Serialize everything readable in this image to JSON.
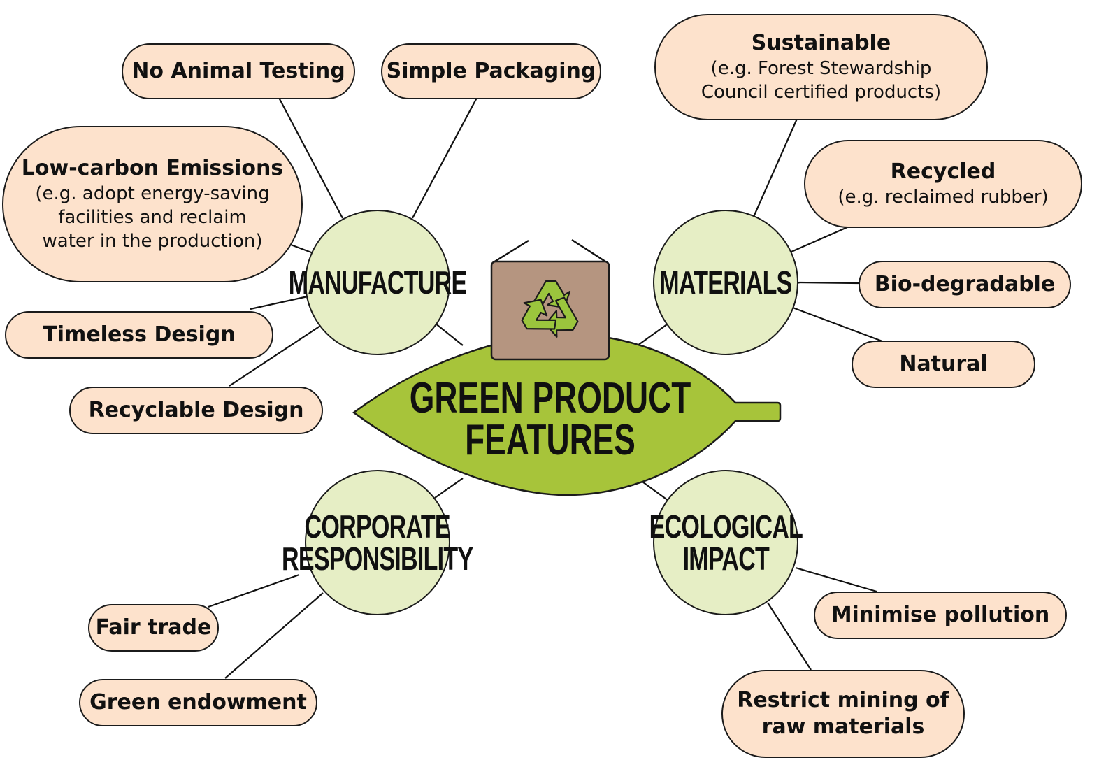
{
  "diagram": {
    "center": {
      "title_lines": [
        "GREEN PRODUCT",
        "FEATURES"
      ],
      "icon": "recycle-icon",
      "colors": {
        "leaf": "#a7c43a",
        "box": "#b59580",
        "recycle": "#9bc53d"
      }
    },
    "categories": {
      "manufacture": {
        "label": "MANUFACTURE",
        "features": {
          "no_animal_testing": {
            "title": "No Animal Testing"
          },
          "simple_packaging": {
            "title": "Simple Packaging"
          },
          "low_carbon": {
            "title": "Low-carbon Emissions",
            "detail": "(e.g. adopt energy-saving\nfacilities and reclaim\nwater in the production)"
          },
          "timeless_design": {
            "title": "Timeless Design"
          },
          "recyclable_design": {
            "title": "Recyclable Design"
          }
        }
      },
      "materials": {
        "label": "MATERIALS",
        "features": {
          "sustainable": {
            "title": "Sustainable",
            "detail": "(e.g. Forest Stewardship\nCouncil certified products)"
          },
          "recycled": {
            "title": "Recycled",
            "detail": "(e.g. reclaimed rubber)"
          },
          "biodegradable": {
            "title": "Bio-degradable"
          },
          "natural": {
            "title": "Natural"
          }
        }
      },
      "corporate_responsibility": {
        "label": "CORPORATE\nRESPONSIBILITY",
        "features": {
          "fair_trade": {
            "title": "Fair trade"
          },
          "green_endowment": {
            "title": "Green endowment"
          }
        }
      },
      "ecological_impact": {
        "label": "ECOLOGICAL\nIMPACT",
        "features": {
          "minimise_pollution": {
            "title": "Minimise pollution"
          },
          "restrict_mining": {
            "title": "Restrict mining of\nraw materials"
          }
        }
      }
    },
    "colors": {
      "node_fill": "#fde2cc",
      "hub_fill": "#e6eec5",
      "outline": "#1b1b1b"
    }
  }
}
